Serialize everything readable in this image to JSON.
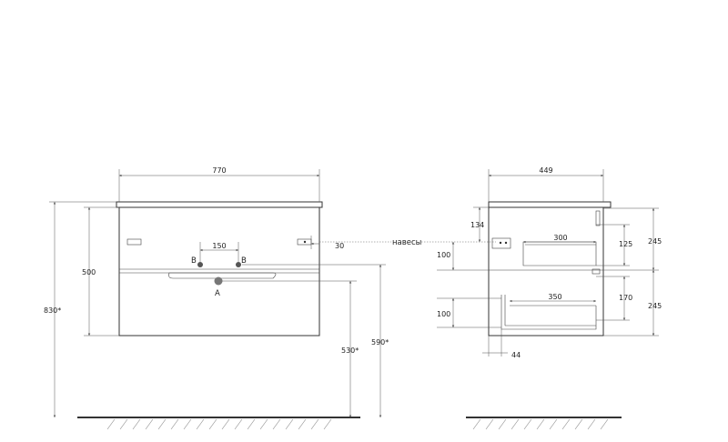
{
  "front_view": {
    "width_label": "770",
    "hole_spacing_label": "150",
    "bracket_offset_label": "30",
    "height_label": "500",
    "total_height_label": "830*",
    "drain_height_label": "530*",
    "supply_height_label": "590*",
    "point_a_label": "A",
    "point_b_label": "B"
  },
  "side_view": {
    "depth_label": "449",
    "bracket_top_label": "134",
    "bracket_height_label": "100",
    "drawer_upper_depth_label": "300",
    "drawer_upper_height_label": "125",
    "upper_section_label": "245",
    "drawer_lower_depth_label": "350",
    "drawer_lower_height_label": "170",
    "lower_section_label": "245",
    "lower_offset_label": "100",
    "plinth_label": "44",
    "hinges_label": "навесы"
  }
}
